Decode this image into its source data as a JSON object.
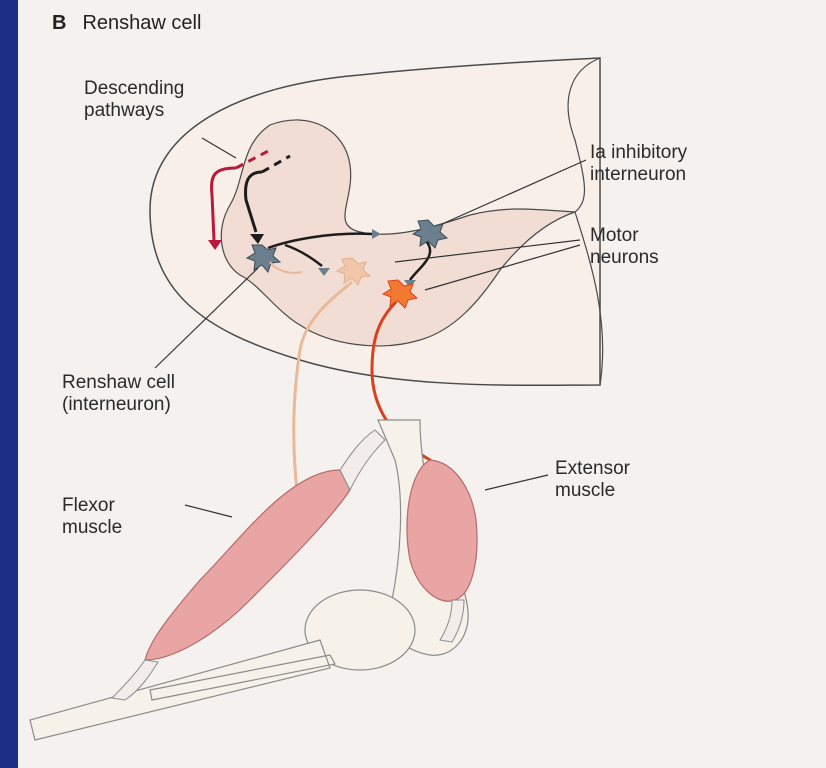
{
  "figure": {
    "panel_letter": "B",
    "panel_title": "Renshaw cell"
  },
  "labels": {
    "descending_pathways": "Descending\npathways",
    "ia_interneuron": "Ia inhibitory\ninterneuron",
    "motor_neurons": "Motor\nneurons",
    "renshaw_cell": "Renshaw cell\n(interneuron)",
    "extensor_muscle": "Extensor\nmuscle",
    "flexor_muscle": "Flexor\nmuscle"
  },
  "colors": {
    "slide_background": "#1b2f86",
    "page_background": "#f4f1ee",
    "spinal_gray_matter": "#f1ddd3",
    "spinal_cord_fill": "#f8efe9",
    "muscle": "#e8a5a3",
    "extensor_axon": "#d9411e",
    "flexor_axon": "#e9b99a",
    "inhibitory_cell": "#6b7f8f",
    "descending_red": "#b9193b"
  }
}
